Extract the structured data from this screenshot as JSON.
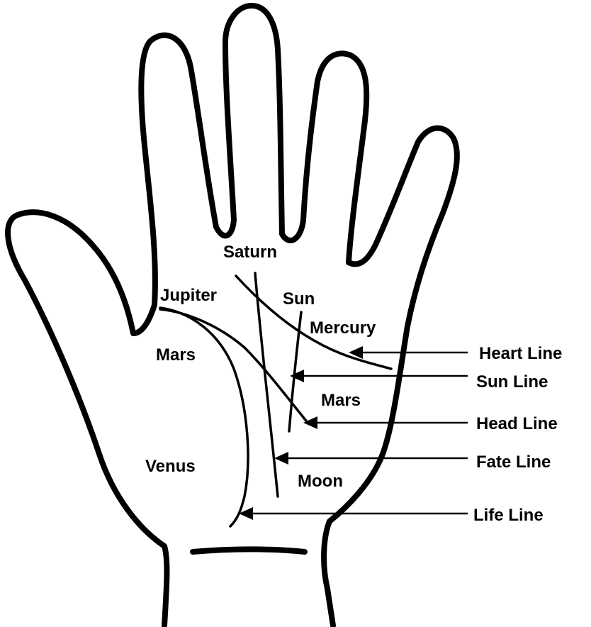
{
  "colors": {
    "ink": "#000000",
    "paper": "#ffffff"
  },
  "mounts": {
    "saturn": "Saturn",
    "jupiter": "Jupiter",
    "sun": "Sun",
    "mercury": "Mercury",
    "mars_upper": "Mars",
    "mars_lower": "Mars",
    "venus": "Venus",
    "moon": "Moon"
  },
  "callouts": {
    "heart_line": "Heart Line",
    "sun_line": "Sun Line",
    "head_line": "Head Line",
    "fate_line": "Fate Line",
    "life_line": "Life Line"
  }
}
